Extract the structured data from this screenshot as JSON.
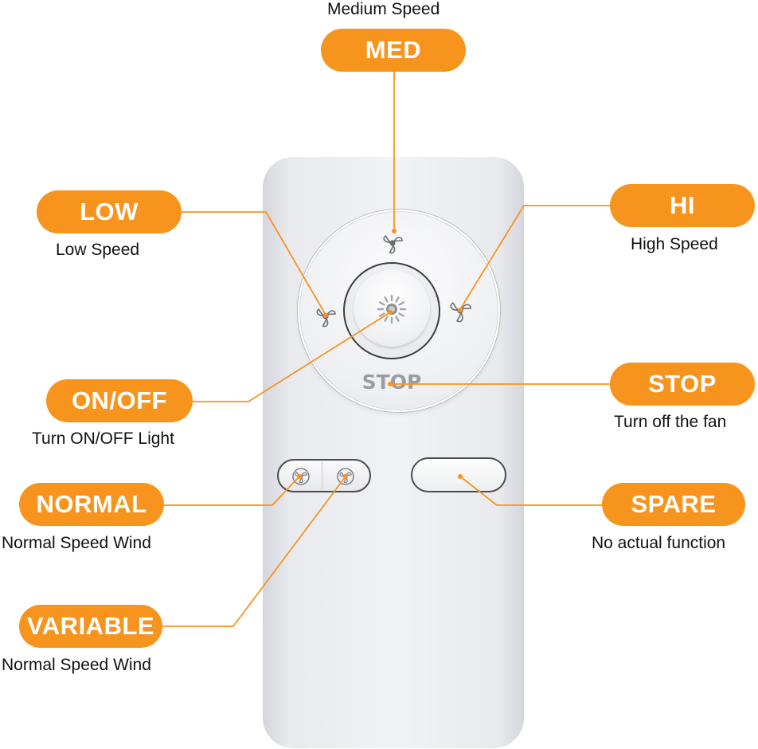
{
  "colors": {
    "accent": "#f7941d",
    "remote_body": "#eeeff2",
    "label_text": "#ffffff",
    "caption_text": "#111111"
  },
  "labels": {
    "med": {
      "title": "MED",
      "caption": "Medium Speed"
    },
    "low": {
      "title": "LOW",
      "caption": "Low Speed"
    },
    "hi": {
      "title": "HI",
      "caption": "High Speed"
    },
    "onoff": {
      "title": "ON/OFF",
      "caption": "Turn ON/OFF Light"
    },
    "stop": {
      "title": "STOP",
      "caption": "Turn off the fan"
    },
    "normal": {
      "title": "NORMAL",
      "caption": "Normal Speed Wind"
    },
    "spare": {
      "title": "SPARE",
      "caption": "No actual function"
    },
    "variable": {
      "title": "VARIABLE",
      "caption": "Normal Speed Wind"
    }
  },
  "remote": {
    "stop_button_text": "STOP",
    "icons": {
      "med": "fan-icon",
      "low": "fan-icon",
      "hi": "fan-icon",
      "onoff": "light-icon",
      "normal": "fan-small-icon",
      "variable": "fan-small-icon"
    }
  }
}
